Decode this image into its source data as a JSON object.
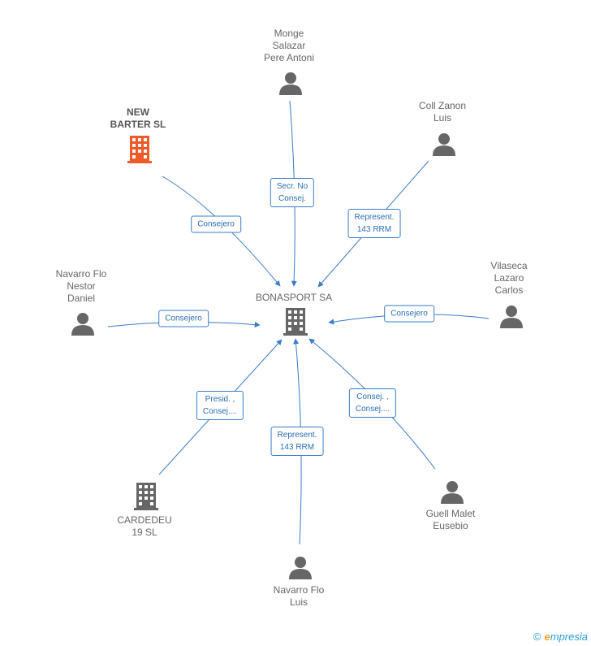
{
  "center": {
    "name": "BONASPORT SA"
  },
  "nodes": {
    "monge": {
      "lines": [
        "Monge",
        "Salazar",
        "Pere Antoni"
      ]
    },
    "newbarter": {
      "lines": [
        "NEW",
        "BARTER SL"
      ]
    },
    "coll": {
      "lines": [
        "Coll Zanon",
        "Luis"
      ]
    },
    "nflonestor": {
      "lines": [
        "Navarro Flo",
        "Nestor",
        "Daniel"
      ]
    },
    "vilaseca": {
      "lines": [
        "Vilaseca",
        "Lazaro",
        "Carlos"
      ]
    },
    "cardedeu": {
      "lines": [
        "CARDEDEU",
        "19  SL"
      ]
    },
    "guell": {
      "lines": [
        "Guell Malet",
        "Eusebio"
      ]
    },
    "nfloluis": {
      "lines": [
        "Navarro Flo",
        "Luis"
      ]
    }
  },
  "edges": {
    "monge": {
      "lines": [
        "Secr.  No",
        "Consej."
      ]
    },
    "newbarter": {
      "lines": [
        "Consejero"
      ]
    },
    "coll": {
      "lines": [
        "Represent.",
        "143 RRM"
      ]
    },
    "nflonestor": {
      "lines": [
        "Consejero"
      ]
    },
    "vilaseca": {
      "lines": [
        "Consejero"
      ]
    },
    "cardedeu": {
      "lines": [
        "Presid. ,",
        "Consej...."
      ]
    },
    "nfloluis": {
      "lines": [
        "Represent.",
        "143 RRM"
      ]
    },
    "guell": {
      "lines": [
        "Consej. ,",
        "Consej...."
      ]
    }
  },
  "colors": {
    "edge": "#3a7cc8",
    "person_icon": "#666666",
    "company_icon": "#666666",
    "highlight_company_icon": "#f05a28"
  },
  "watermark": {
    "copyright": "©",
    "brand_initial": "e",
    "brand_rest": "mpresia"
  }
}
